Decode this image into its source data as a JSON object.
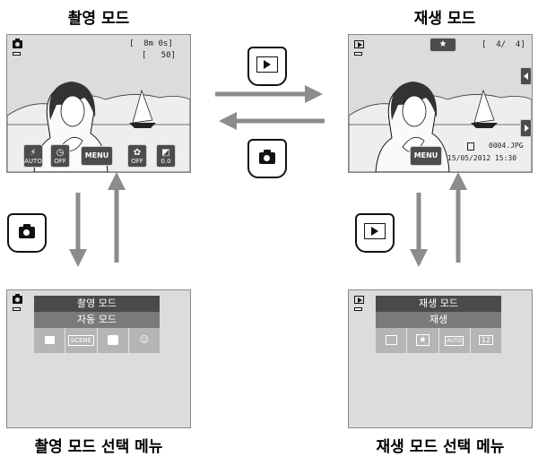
{
  "labels": {
    "shooting_mode": "촬영 모드",
    "playback_mode": "재생 모드",
    "shooting_select": "촬영 모드 선택 메뉴",
    "playback_select": "재생 모드 선택 메뉴"
  },
  "shooting_screen": {
    "readout_top": "[  8m 0s]",
    "readout_shots": "[   50]",
    "flash_icon": "flash-icon",
    "flash_value": "AUTO",
    "timer_icon": "self-timer-icon",
    "timer_value": "OFF",
    "menu_label": "MENU",
    "macro_icon": "macro-icon",
    "macro_value": "OFF",
    "exposure_icon": "exposure-icon",
    "exposure_value": "0.0"
  },
  "playback_screen": {
    "favorite_icon": "star-icon",
    "counter": "[  4/  4]",
    "menu_label": "MENU",
    "filename": "0004.JPG",
    "datetime": "15/05/2012 15:30"
  },
  "shooting_menu": {
    "title": "촬영 모드",
    "selected": "자동 모드",
    "icons": [
      "camera-icon",
      "scene-icon",
      "smart-portrait-icon",
      "smile-icon"
    ],
    "scene_label": "SCENE"
  },
  "playback_menu": {
    "title": "재생 모드",
    "selected": "재생",
    "icons": [
      "play-icon",
      "favorites-icon",
      "auto-sort-icon",
      "calendar-icon"
    ],
    "auto_label": "AUTO",
    "calendar_label": "12"
  },
  "colors": {
    "arrow": "#8c8c8c",
    "screen_bg": "#dcdcdc",
    "button": "#4c4c4c"
  }
}
